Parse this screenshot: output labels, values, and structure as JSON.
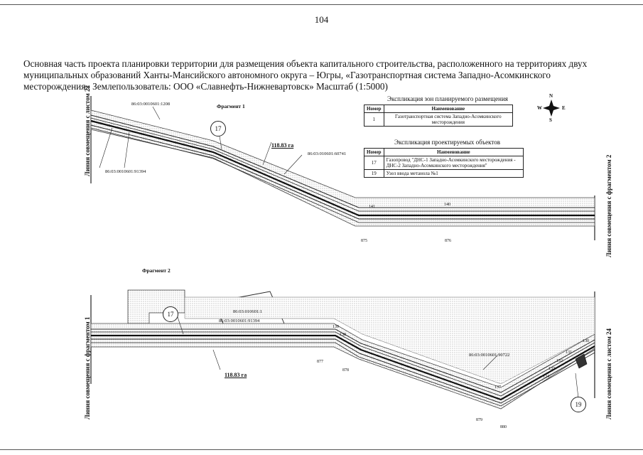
{
  "page_number": "104",
  "title": "Основная часть проекта планировки территории для размещения объекта капитального строительства, расположенного на территориях двух муниципальных образований Ханты-Мансийского автономного округа – Югры, «Газотранспортная система Западно-Асомкинского месторождения» Землепользователь: ООО «Славнефть-Нижневартовск» Масштаб (1:5000)",
  "side_labels": {
    "left_top": "Линия совмещения с листом 22",
    "right_top": "Линия совмещения с фрагментом 2",
    "left_bottom": "Линия совмещения с фрагментом 1",
    "right_bottom": "Линия совмещения с листом 24"
  },
  "fragments": {
    "f1": "Фрагмент 1",
    "f2": "Фрагмент 2"
  },
  "compass": {
    "n": "N",
    "s": "S",
    "w": "W",
    "e": "E"
  },
  "legend_zones": {
    "caption": "Экспликация зон планируемого размещения",
    "headers": [
      "Номер",
      "Наименование"
    ],
    "rows": [
      [
        "1",
        "Газотранспортная система Западно-Асомкинского месторождения"
      ]
    ]
  },
  "legend_objects": {
    "caption": "Экспликация проектируемых объектов",
    "headers": [
      "Номер",
      "Наименование"
    ],
    "rows": [
      [
        "17",
        "Газопровод \"ДНС-1 Западно-Асомкинского месторождения - ДНС-2 Западно-Асомкинского месторождения\""
      ],
      [
        "19",
        "Узел ввода метанола №1"
      ]
    ]
  },
  "parcels": {
    "p1208": "86:03:0010601:1208",
    "p91394_top": "86:03:0010601:91394",
    "p60741": "86:03:010601:60741",
    "p1": "86:03:010601:1",
    "p91394_bot": "86:03:0010601:91394",
    "p90722": "86:03:0010601:90722"
  },
  "areas": {
    "top": "118.83 га",
    "bottom": "118.83 га"
  },
  "object_markers": {
    "m17_top": "17",
    "m17_bot": "17",
    "m19": "19"
  },
  "point_numbers": {
    "n141": "141",
    "n140": "140",
    "n875": "875",
    "n876": "876",
    "n139": "139",
    "n138": "138",
    "n877": "877",
    "n878": "878",
    "n137": "137",
    "n879": "879",
    "n880": "880",
    "n130": "130",
    "n131": "131",
    "n132": "132",
    "n133": "133",
    "n134": "134"
  }
}
